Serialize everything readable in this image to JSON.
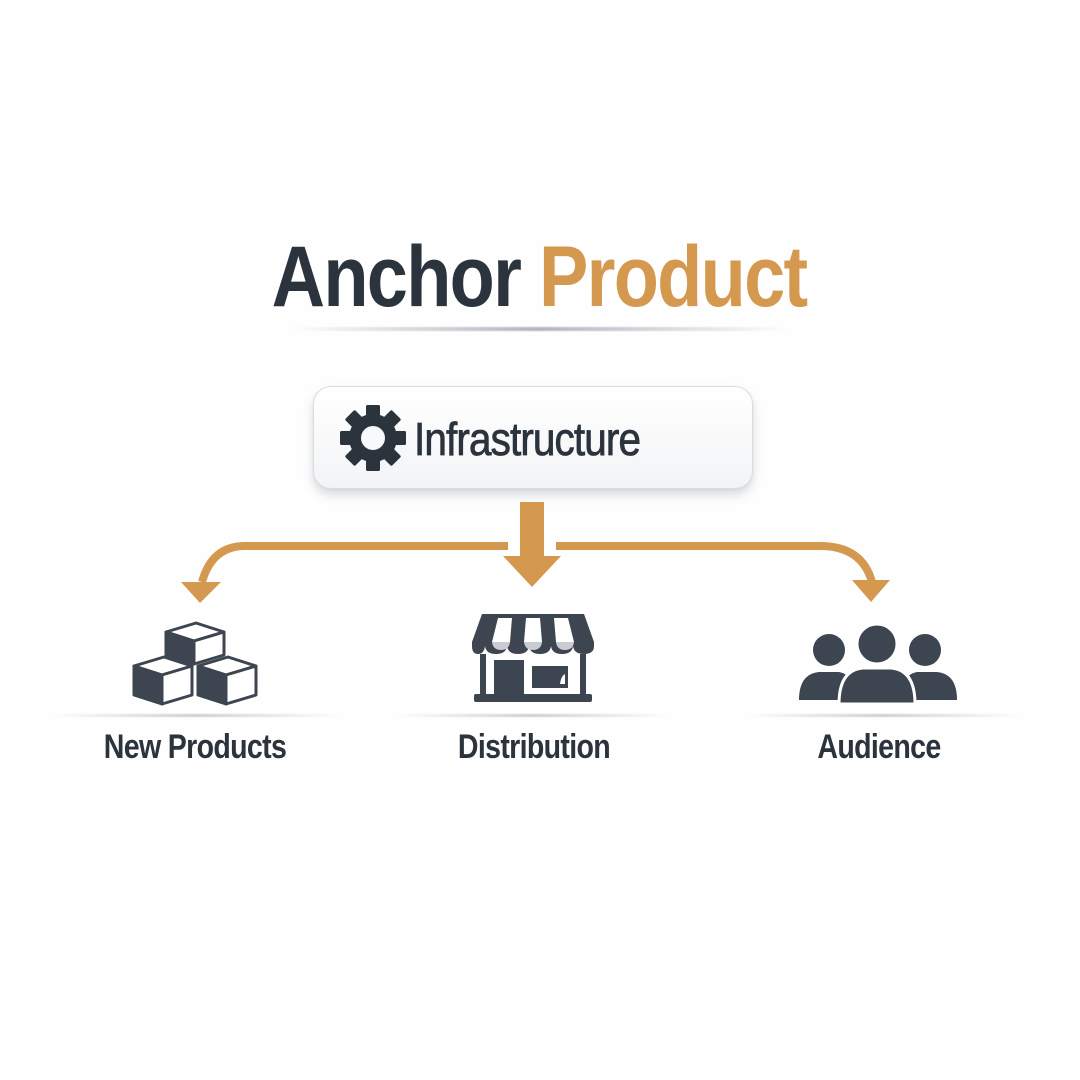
{
  "title": {
    "part1": "Anchor",
    "part2": "Product"
  },
  "root": {
    "label": "Infrastructure",
    "icon": "gear-icon"
  },
  "children": [
    {
      "label": "New Products",
      "icon": "boxes-icon"
    },
    {
      "label": "Distribution",
      "icon": "storefront-icon"
    },
    {
      "label": "Audience",
      "icon": "people-group-icon"
    }
  ],
  "colors": {
    "text_dark": "#2b333d",
    "accent": "#d4994f",
    "background": "#fefefe",
    "box_border": "#d9dce2"
  }
}
